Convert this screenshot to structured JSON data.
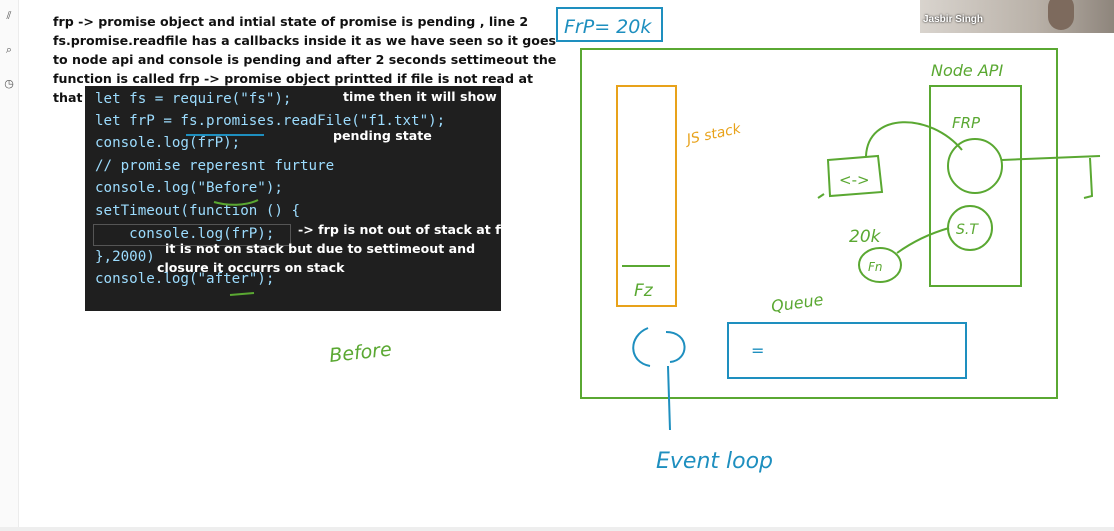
{
  "notes": {
    "line1": "frp -> promise object and intial state of promise is pending , line 2",
    "line2": "fs.promise.readfile has a callbacks inside it as we have seen so it goes",
    "line3": "to node api and console is pending and after 2 seconds settimeout the",
    "line4": "function is called frp -> promise object printted if file is not read at",
    "line5": "that"
  },
  "code": {
    "line1": "let fs = require(\"fs\");",
    "line2": "let frP = fs.promises.readFile(\"f1.txt\");",
    "line3": "console.log(frP);",
    "line4": "// promise reperesnt furture",
    "line5": "console.log(\"Before\");",
    "line6": "setTimeout(function () {",
    "line7": "    console.log(frP);",
    "line8": "},2000)",
    "line9": "console.log(\"after\");"
  },
  "annotations": {
    "a1": "time then it will show",
    "a2": "pending state",
    "a3": "-> frp is not out of stack at firs",
    "a4": "it is not on stack but due to settimeout and",
    "a5": "closure it occurrs on stack"
  },
  "handwriting": {
    "title": "FrP= 20k",
    "node_api": "Node API",
    "js_stack": "JS stack",
    "frp_box": "FRP",
    "arrow_label": "<->",
    "twenty_k": "20k",
    "fn_circle": "Fn",
    "st_circle": "S.T",
    "fz": "Fz",
    "queue": "Queue",
    "queue_mark": "=",
    "before": "Before",
    "event_loop": "Event loop"
  },
  "webcam": {
    "name": "Jasbir Singh"
  },
  "colors": {
    "ink_green": "#5aa832",
    "ink_orange": "#e8a21a",
    "ink_blue": "#1e8fbf",
    "code_bg": "#1f1f1f"
  },
  "toolbar": {
    "icons": [
      "library-icon",
      "search-icon",
      "clock-icon"
    ]
  }
}
